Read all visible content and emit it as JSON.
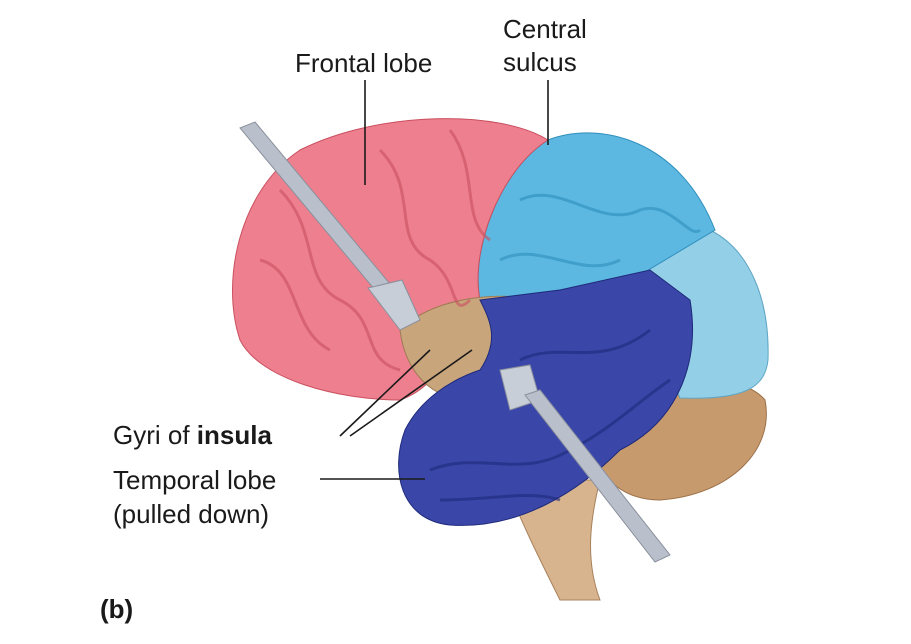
{
  "labels": {
    "frontal_lobe": "Frontal lobe",
    "central_sulcus_line1": "Central",
    "central_sulcus_line2": "sulcus",
    "gyri_prefix": "Gyri of ",
    "gyri_bold": "insula",
    "temporal_line1": "Temporal lobe",
    "temporal_line2": "(pulled down)",
    "panel": "(b)"
  },
  "colors": {
    "frontal": "#ee7f8e",
    "parietal": "#5cb8e0",
    "occipital": "#93cfe6",
    "temporal": "#3a47a8",
    "insula": "#c9a57c",
    "cerebellum": "#c79a6e",
    "retractor": "#b9bfcb"
  }
}
